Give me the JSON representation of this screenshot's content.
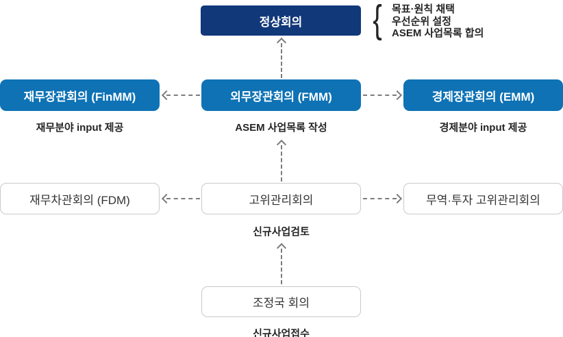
{
  "diagram": {
    "colors": {
      "navy": "#113879",
      "blue": "#0e72b5",
      "arrow": "#7b7b7b",
      "box_border": "#c9c9c9",
      "text_dark": "#252525"
    },
    "summit": {
      "label": "정상회의",
      "brace": "{",
      "notes": [
        "목표·원칙 채택",
        "우선순위 설정",
        "ASEM 사업목록 합의"
      ]
    },
    "ministerial": [
      {
        "label": "재무장관회의 (FinMM)",
        "caption": "재무분야 input 제공"
      },
      {
        "label": "외무장관회의 (FMM)",
        "caption": "ASEM 사업목록 작성"
      },
      {
        "label": "경제장관회의 (EMM)",
        "caption": "경제분야 input 제공"
      }
    ],
    "senior": [
      {
        "label": "재무차관회의 (FDM)"
      },
      {
        "label": "고위관리회의",
        "caption": "신규사업검토"
      },
      {
        "label": "무역·투자 고위관리회의"
      }
    ],
    "coordinator": {
      "label": "조정국 회의",
      "caption": "신규사업접수"
    }
  }
}
